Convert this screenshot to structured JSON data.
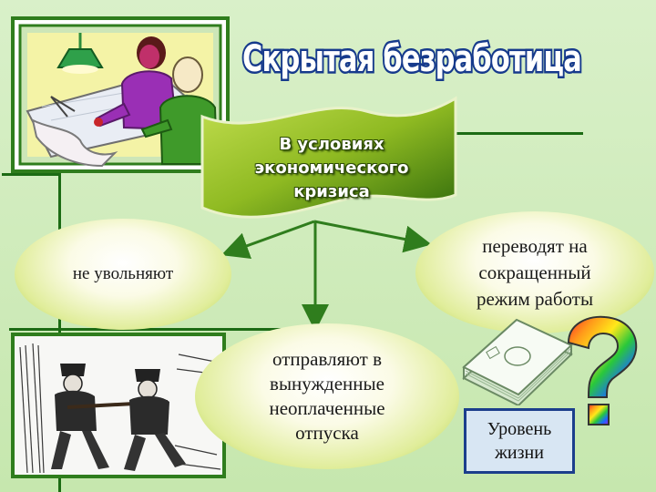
{
  "title": "Скрытая безработица",
  "banner_text": "В условиях экономического кризиса",
  "outcomes": {
    "left": "не увольняют",
    "right": "переводят на сокращенный режим работы",
    "center": "отправляют в вынужденные неоплаченные отпуска"
  },
  "living_standard": "Уровень жизни",
  "colors": {
    "background": "#c6e7ae",
    "line_green": "#1c6b14",
    "title_blue": "#163a8c",
    "box_border": "#1b3e8c"
  },
  "icons": [
    "designers-clipart",
    "running-men-sketch",
    "money-stack-icon",
    "rainbow-question-mark-icon"
  ]
}
